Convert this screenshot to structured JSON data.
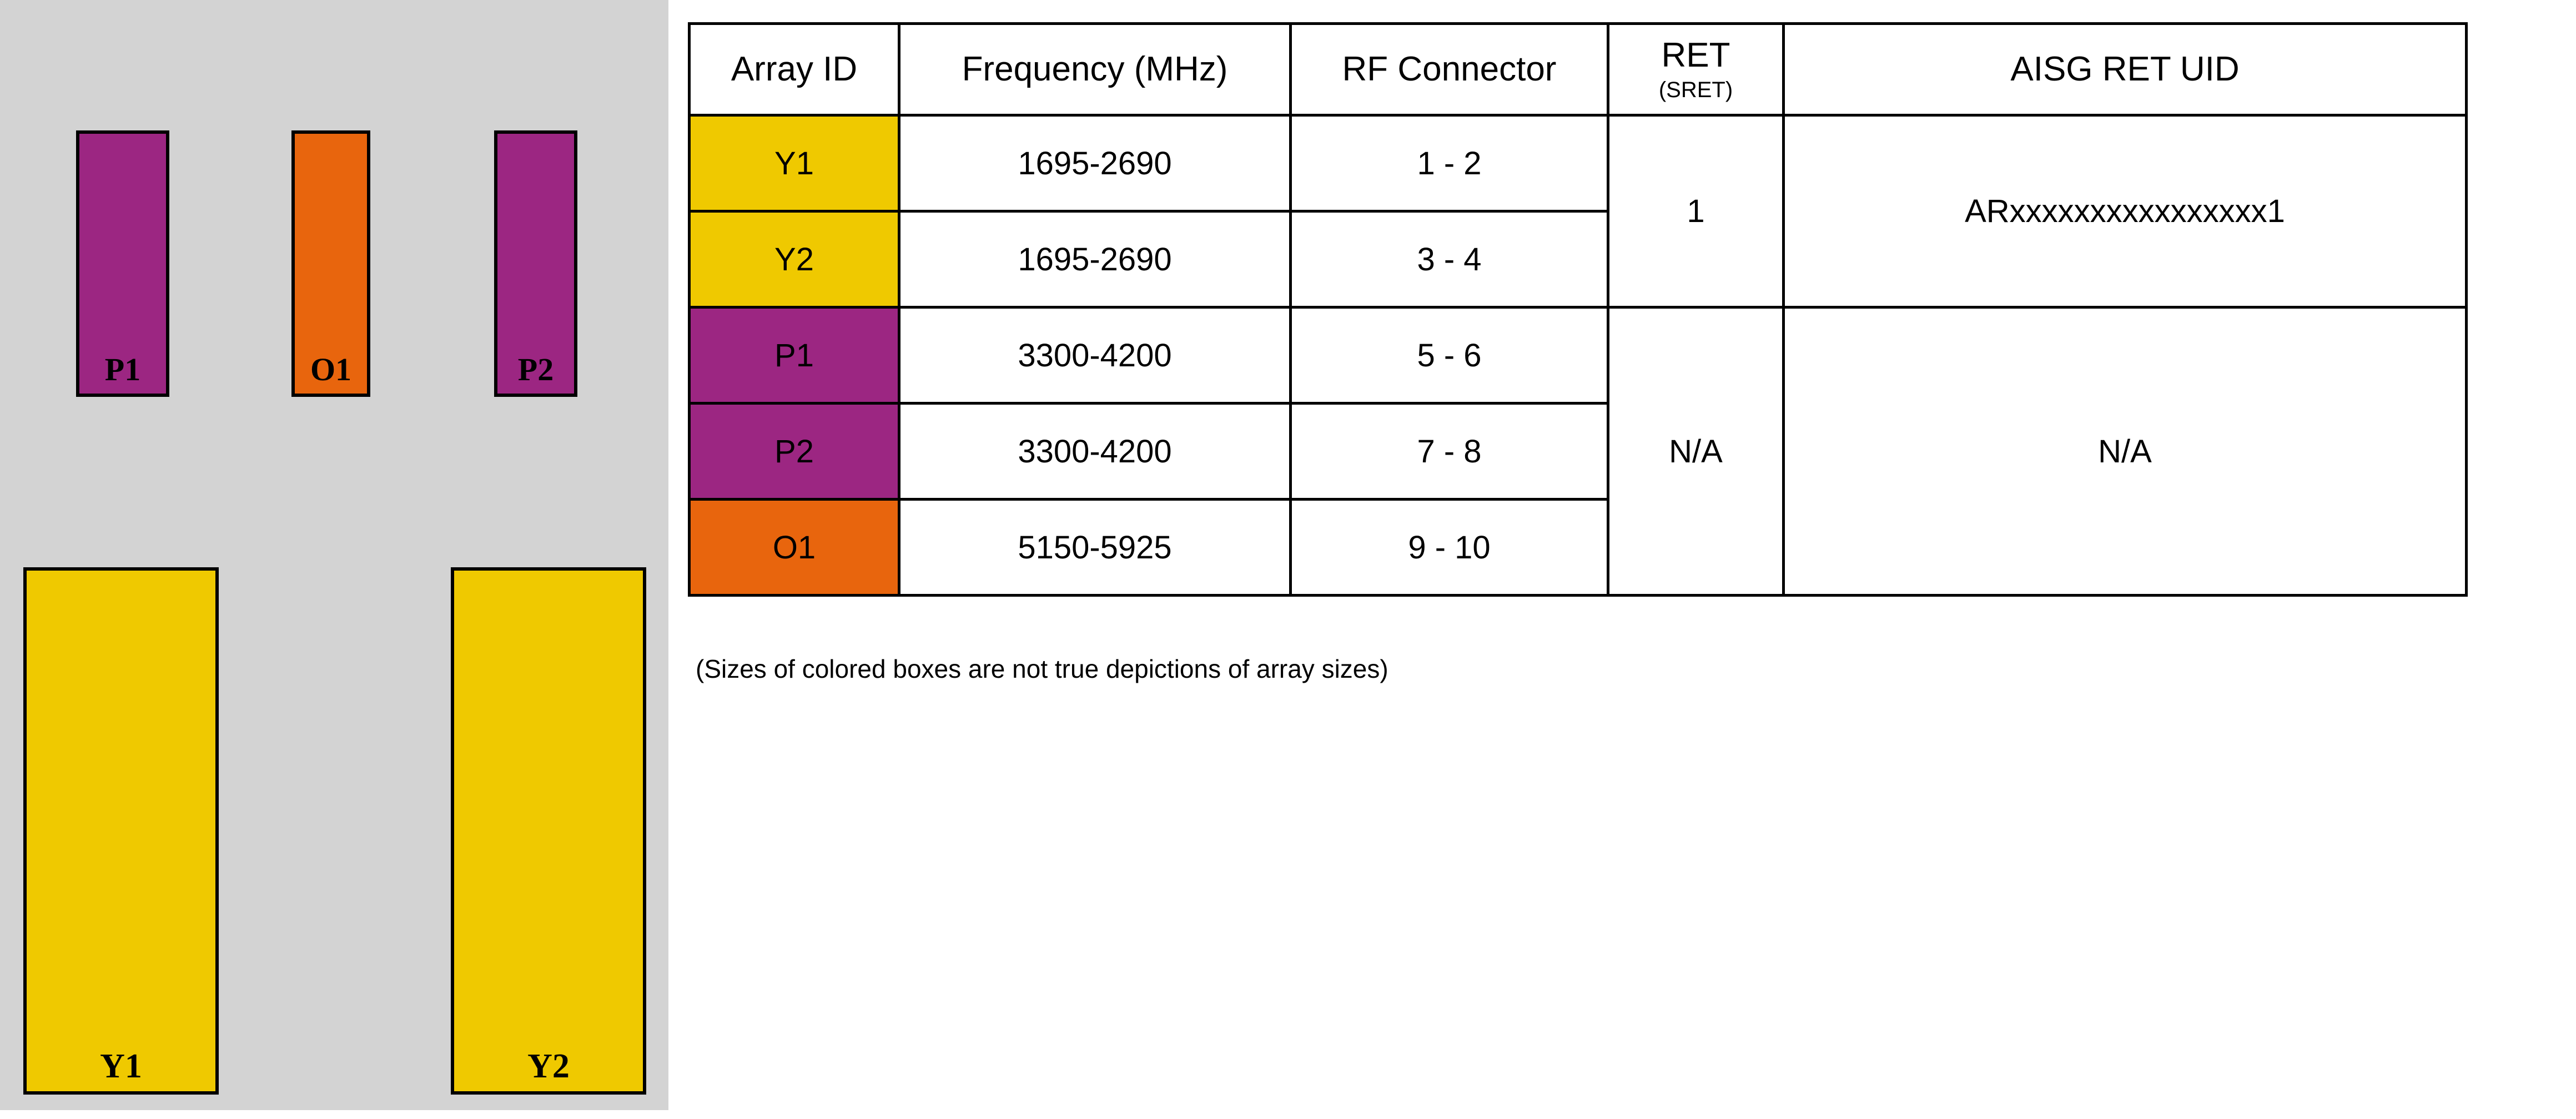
{
  "colors": {
    "panel_background": "#d3d3d3",
    "page_background": "#ffffff",
    "outline": "#000000",
    "yellow": "#efc900",
    "magenta": "#9c2682",
    "orange": "#e8650d"
  },
  "diagram": {
    "name": "antenna-array-layout",
    "boxes": [
      {
        "id": "P1",
        "label": "P1",
        "color": "#9c2682",
        "row": "upper"
      },
      {
        "id": "O1",
        "label": "O1",
        "color": "#e8650d",
        "row": "upper"
      },
      {
        "id": "P2",
        "label": "P2",
        "color": "#9c2682",
        "row": "upper"
      },
      {
        "id": "Y1",
        "label": "Y1",
        "color": "#efc900",
        "row": "lower"
      },
      {
        "id": "Y2",
        "label": "Y2",
        "color": "#efc900",
        "row": "lower"
      }
    ],
    "footnote": "(Sizes of colored boxes are not true depictions of array sizes)"
  },
  "table": {
    "name": "array-specification-table",
    "headers": {
      "array_id": "Array ID",
      "frequency": "Frequency (MHz)",
      "rf_connector": "RF Connector",
      "ret_main": "RET",
      "ret_sub": "(SRET)",
      "aisg_ret_uid": "AISG RET UID"
    },
    "rows": [
      {
        "array_id": "Y1",
        "array_id_color": "#efc900",
        "frequency": "1695-2690",
        "rf_connector": "1 - 2"
      },
      {
        "array_id": "Y2",
        "array_id_color": "#efc900",
        "frequency": "1695-2690",
        "rf_connector": "3 - 4"
      },
      {
        "array_id": "P1",
        "array_id_color": "#9c2682",
        "frequency": "3300-4200",
        "rf_connector": "5 - 6"
      },
      {
        "array_id": "P2",
        "array_id_color": "#9c2682",
        "frequency": "3300-4200",
        "rf_connector": "7 - 8"
      },
      {
        "array_id": "O1",
        "array_id_color": "#e8650d",
        "frequency": "5150-5925",
        "rf_connector": "9 - 10"
      }
    ],
    "ret_groups": [
      {
        "value": "1",
        "uid": "ARxxxxxxxxxxxxxxxx1",
        "span": 2
      },
      {
        "value": "N/A",
        "uid": "N/A",
        "span": 3
      }
    ]
  }
}
